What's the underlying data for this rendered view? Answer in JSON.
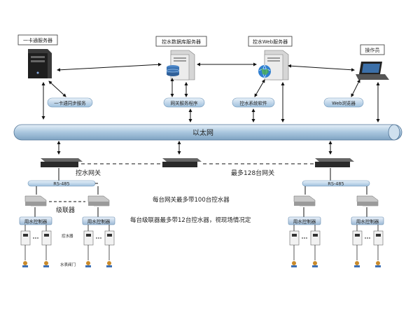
{
  "servers": [
    {
      "label": "一卡通服务器",
      "icon": "server-tower-icon"
    },
    {
      "label": "控水数据库服务器",
      "icon": "database-server-icon"
    },
    {
      "label": "控水Web服务器",
      "icon": "web-server-icon"
    },
    {
      "label": "操作员",
      "icon": "laptop-icon"
    }
  ],
  "services": [
    "一卡通同步服务",
    "网关服务程序",
    "控水系统软件",
    "Web浏览器"
  ],
  "network": {
    "label": "以太网"
  },
  "gateways": {
    "label": "控水网关",
    "max_label": "最多128台网关"
  },
  "rs485": [
    "RS-485",
    "RS-485"
  ],
  "cascader": {
    "label": "级联器"
  },
  "controllers": [
    "用水控制器",
    "用水控制器",
    "用水控制器",
    "用水控制器"
  ],
  "water_controller_label": "控水器",
  "water_valve_label": "水表阀门",
  "notes": [
    "每台网关最多带100台控水器",
    "每台级联器最多带12台控水器，视现场情况定"
  ],
  "colors": {
    "bus": "#a9c6de",
    "pill": "#b9d3ea",
    "line": "#111111"
  }
}
